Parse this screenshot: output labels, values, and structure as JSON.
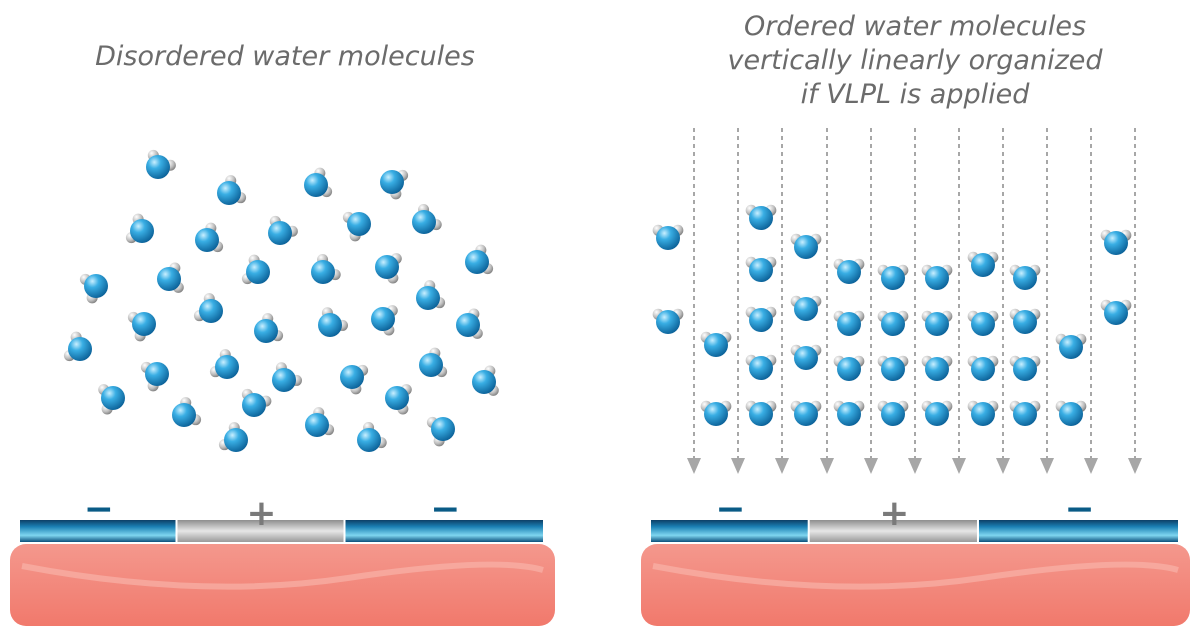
{
  "panels": {
    "left": {
      "caption": "Disordered water molecules",
      "plate_signs": [
        "−",
        "+",
        "−"
      ]
    },
    "right": {
      "caption_lines": [
        "Ordered water molecules",
        "vertically linearly organized",
        "if VLPL is applied"
      ],
      "plate_signs": [
        "−",
        "+",
        "−"
      ]
    }
  },
  "colors": {
    "caption": "#6b6b6b",
    "molecule_oxygen": "#2196d3",
    "molecule_hydrogen": "#b9b9b9",
    "negative_plate": "#0a5b86",
    "positive_plate": "#a9a9a9",
    "substrate": "#f3877a",
    "field_arrow": "#a7a7a7"
  }
}
